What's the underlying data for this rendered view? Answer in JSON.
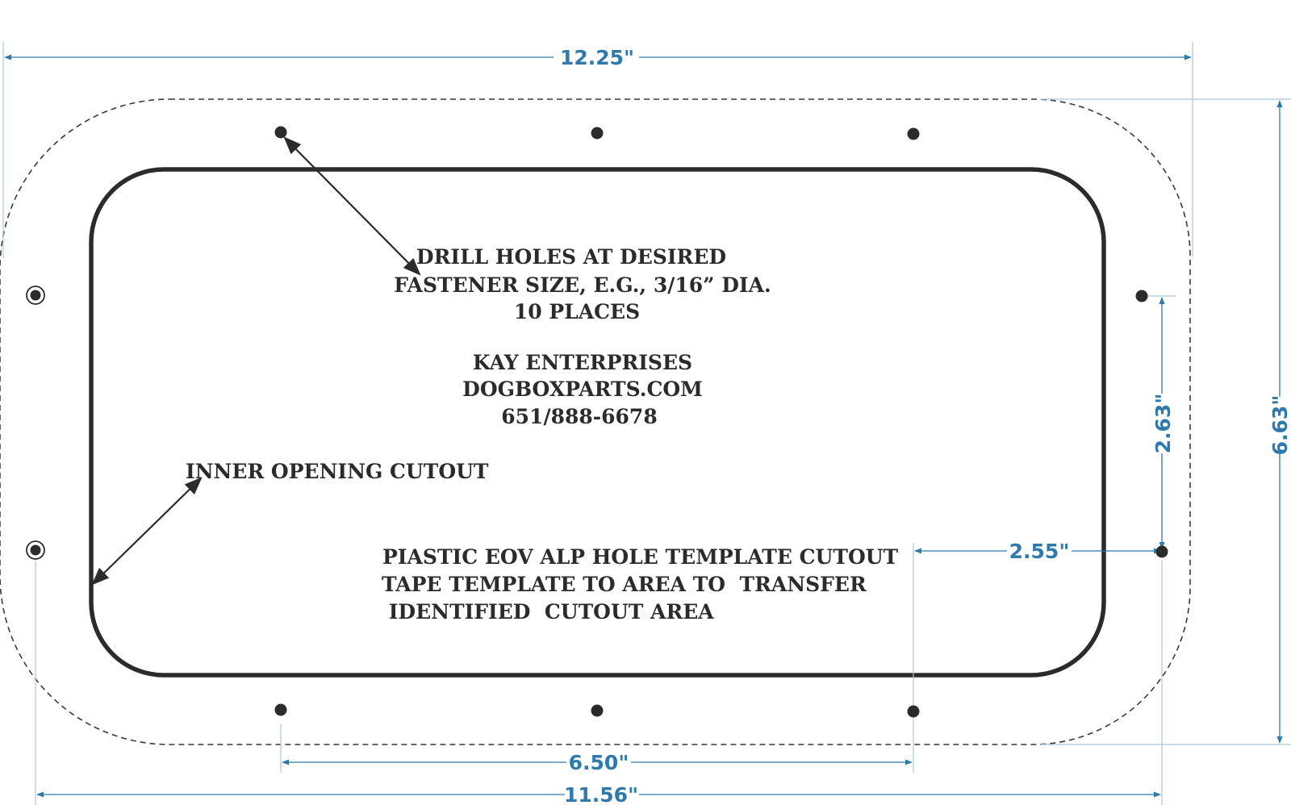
{
  "colors": {
    "ink": "#2b2b2b",
    "dimension": "#2f79ad",
    "extension_line": "#a9c8dc",
    "background": "#ffffff"
  },
  "dimensions": {
    "overall_width": "12.25\"",
    "overall_height": "6.63\"",
    "hole_pattern_width": "11.56\"",
    "hole_spacing": "6.50\"",
    "hole_vertical_spacing": "2.63\"",
    "hole_offset": "2.55\""
  },
  "notes": {
    "drill_holes": [
      "DRILL HOLES AT DESIRED",
      "FASTENER SIZE, E.G., 3/16” DIA.",
      "10 PLACES"
    ],
    "company": [
      "KAY ENTERPRISES",
      "DOGBOXPARTS.COM",
      "651/888-6678"
    ],
    "inner_opening": "INNER OPENING CUTOUT",
    "template": [
      "PIASTIC EOV ALP HOLE TEMPLATE CUTOUT",
      "TAPE TEMPLATE TO AREA TO  TRANSFER",
      " IDENTIFIED  CUTOUT AREA"
    ]
  },
  "icons": {
    "arrow": "arrowhead",
    "hole": "filled-circle",
    "target_hole": "ringed-circle"
  }
}
